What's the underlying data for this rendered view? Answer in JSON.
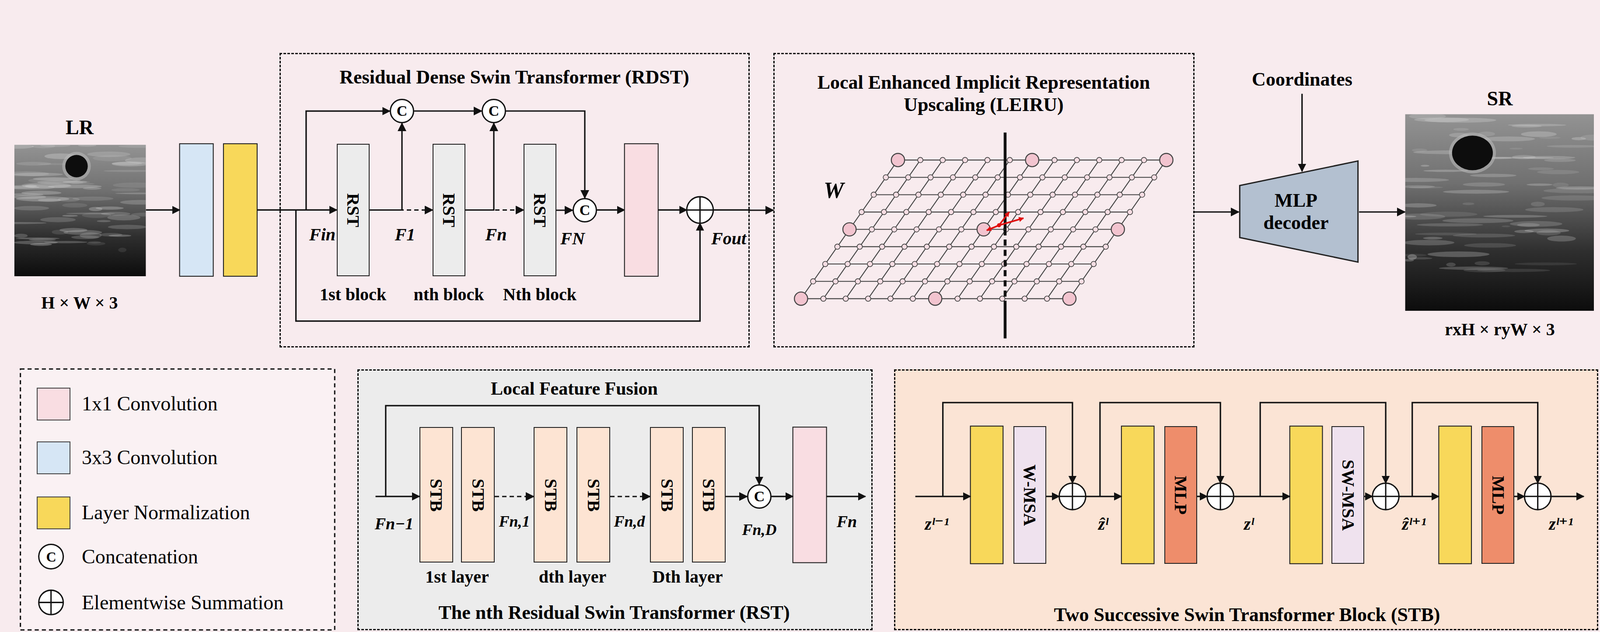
{
  "diagram": {
    "nodes": [
      {
        "text": [
          "LR",
          "H × W × 3"
        ]
      },
      {
        "text": [
          "Residual Dense Swin Transformer (RDST)"
        ]
      },
      {
        "text": [
          "C"
        ],
        "in": 1
      },
      {
        "text": [
          "C"
        ],
        "in": 1
      },
      {
        "text": [
          "RST",
          "1st block"
        ],
        "in": 1
      },
      {
        "text": [
          "RST",
          "nth block"
        ],
        "in": 1
      },
      {
        "text": [
          "RST",
          "Nth block"
        ],
        "in": 1
      },
      {
        "text": [
          "C"
        ],
        "in": 1
      },
      {
        "text": [
          "Local Enhanced Implicit Representation Upscaling (LEIRU)"
        ]
      },
      {
        "text": [
          "MLP decoder"
        ]
      },
      {
        "text": [
          "SR",
          "rxH × ryW × 3"
        ]
      },
      {
        "text": [
          "The nth Residual Swin Transformer (RST)"
        ]
      },
      {
        "text": [
          "STB"
        ],
        "in": 11
      },
      {
        "text": [
          "STB"
        ],
        "in": 11
      },
      {
        "text": [
          "STB"
        ],
        "in": 11
      },
      {
        "text": [
          "STB"
        ],
        "in": 11
      },
      {
        "text": [
          "STB"
        ],
        "in": 11
      },
      {
        "text": [
          "STB"
        ],
        "in": 11
      },
      {
        "text": [
          "C"
        ],
        "in": 11
      },
      {
        "text": [
          "Two Successive Swin Transformer Block (STB)"
        ]
      },
      {
        "text": [
          "W-MSA"
        ],
        "in": 19
      },
      {
        "text": [
          "MLP"
        ],
        "in": 19
      },
      {
        "text": [
          "SW-MSA"
        ],
        "in": 19
      },
      {
        "text": [
          "MLP"
        ],
        "in": 19
      }
    ],
    "edges": [
      {
        "from": 4,
        "to": 5,
        "arrow": "to"
      },
      {
        "from": 5,
        "to": 6,
        "arrow": "to"
      },
      {
        "from": 6,
        "to": 7,
        "arrow": "to"
      },
      {
        "from": 4,
        "to": 2,
        "arrow": "to"
      },
      {
        "from": 5,
        "to": 3,
        "arrow": "to"
      },
      {
        "from": 2,
        "to": 3,
        "arrow": "to"
      },
      {
        "from": 3,
        "to": 7,
        "arrow": "to"
      },
      {
        "from": 1,
        "to": 8,
        "arrow": "to"
      },
      {
        "from": 8,
        "to": 9,
        "arrow": "to"
      },
      {
        "from": 9,
        "to": 10,
        "arrow": "to"
      },
      {
        "from": 13,
        "to": 14,
        "arrow": "to"
      },
      {
        "from": 15,
        "to": 16,
        "arrow": "to"
      },
      {
        "from": 17,
        "to": 18,
        "arrow": "to"
      }
    ],
    "labels": [
      "Fin",
      "F1",
      "Fn",
      "FN",
      "Fout",
      "W",
      "Coordinates",
      "Local Feature Fusion",
      "Fn−1",
      "Fn,1",
      "Fn,d",
      "Fn,D",
      "Fn",
      "1st layer",
      "dth layer",
      "Dth layer",
      "zˡ⁻¹",
      "ẑˡ",
      "zˡ",
      "ẑˡ⁺¹",
      "zˡ⁺¹",
      "C"
    ],
    "legend": [
      {
        "text": "1x1 Convolution",
        "color": "#f9dde2"
      },
      {
        "text": "3x3 Convolution",
        "color": "#d6e6f5"
      },
      {
        "text": "Layer Normalization",
        "color": "#f8d85a"
      },
      {
        "text": "Concatenation"
      },
      {
        "text": "Elementwise Summation"
      }
    ]
  }
}
